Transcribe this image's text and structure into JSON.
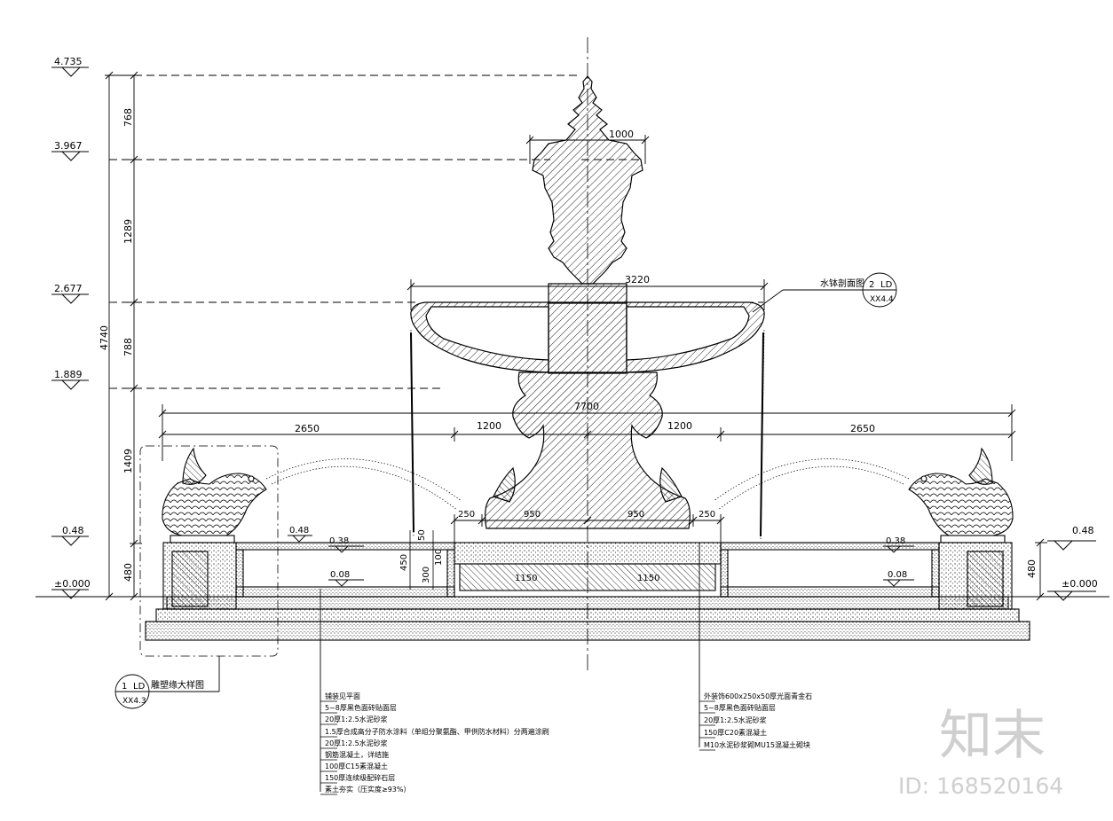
{
  "elevations": {
    "left": [
      "4.735",
      "3.967",
      "2.677",
      "1.889",
      "0.48",
      "±0.000"
    ],
    "right": [
      "0.48",
      "±0.000"
    ]
  },
  "vertical_dims": {
    "overall": "4740",
    "segments": [
      "768",
      "1289",
      "788",
      "1409",
      "480"
    ],
    "right_wall": "480",
    "basin": [
      "50",
      "450",
      "300",
      "100"
    ]
  },
  "horizontal_dims": {
    "top_finial": "1000",
    "bowl": "3220",
    "overall": "7700",
    "row": [
      "2650",
      "1200",
      "1200",
      "2650"
    ],
    "pool_segments": [
      "250",
      "950",
      "950",
      "250"
    ]
  },
  "levels": {
    "left_pool_rim": "0.48",
    "left_water": "0.38",
    "left_floor": "0.08",
    "right_water": "0.38",
    "right_floor": "0.08"
  },
  "pool_labels": [
    "1150",
    "1150"
  ],
  "callouts": {
    "bowl_section": {
      "label": "水钵剖面图",
      "num": "2",
      "code": "LD",
      "sheet": "XX4.4"
    },
    "fish_detail": {
      "label": "雕塑缘大样图",
      "num": "1",
      "code": "LD",
      "sheet": "XX4.3"
    }
  },
  "notes_left": [
    "铺装见平面",
    "5~8厚黑色面砖贴面层",
    "20厚1:2.5水泥砂浆",
    "1.5厚合成高分子防水涂料（单组分聚氨酯、甲供防水材料）分两遍涂刷",
    "20厚1:2.5水泥砂浆",
    "钢筋混凝土，详结施",
    "100厚C15素混凝土",
    "150厚连续级配碎石层",
    "素土夯实（压实度≥93%）"
  ],
  "notes_right": [
    "外装饰600x250x50厚光面青金石",
    "5~8厚黑色面砖贴面层",
    "20厚1:2.5水泥砂浆",
    "150厚C20素混凝土",
    "M10水泥砂浆砌MU15混凝土砌块"
  ],
  "watermark": {
    "logo": "知末",
    "id": "ID: 168520164"
  }
}
